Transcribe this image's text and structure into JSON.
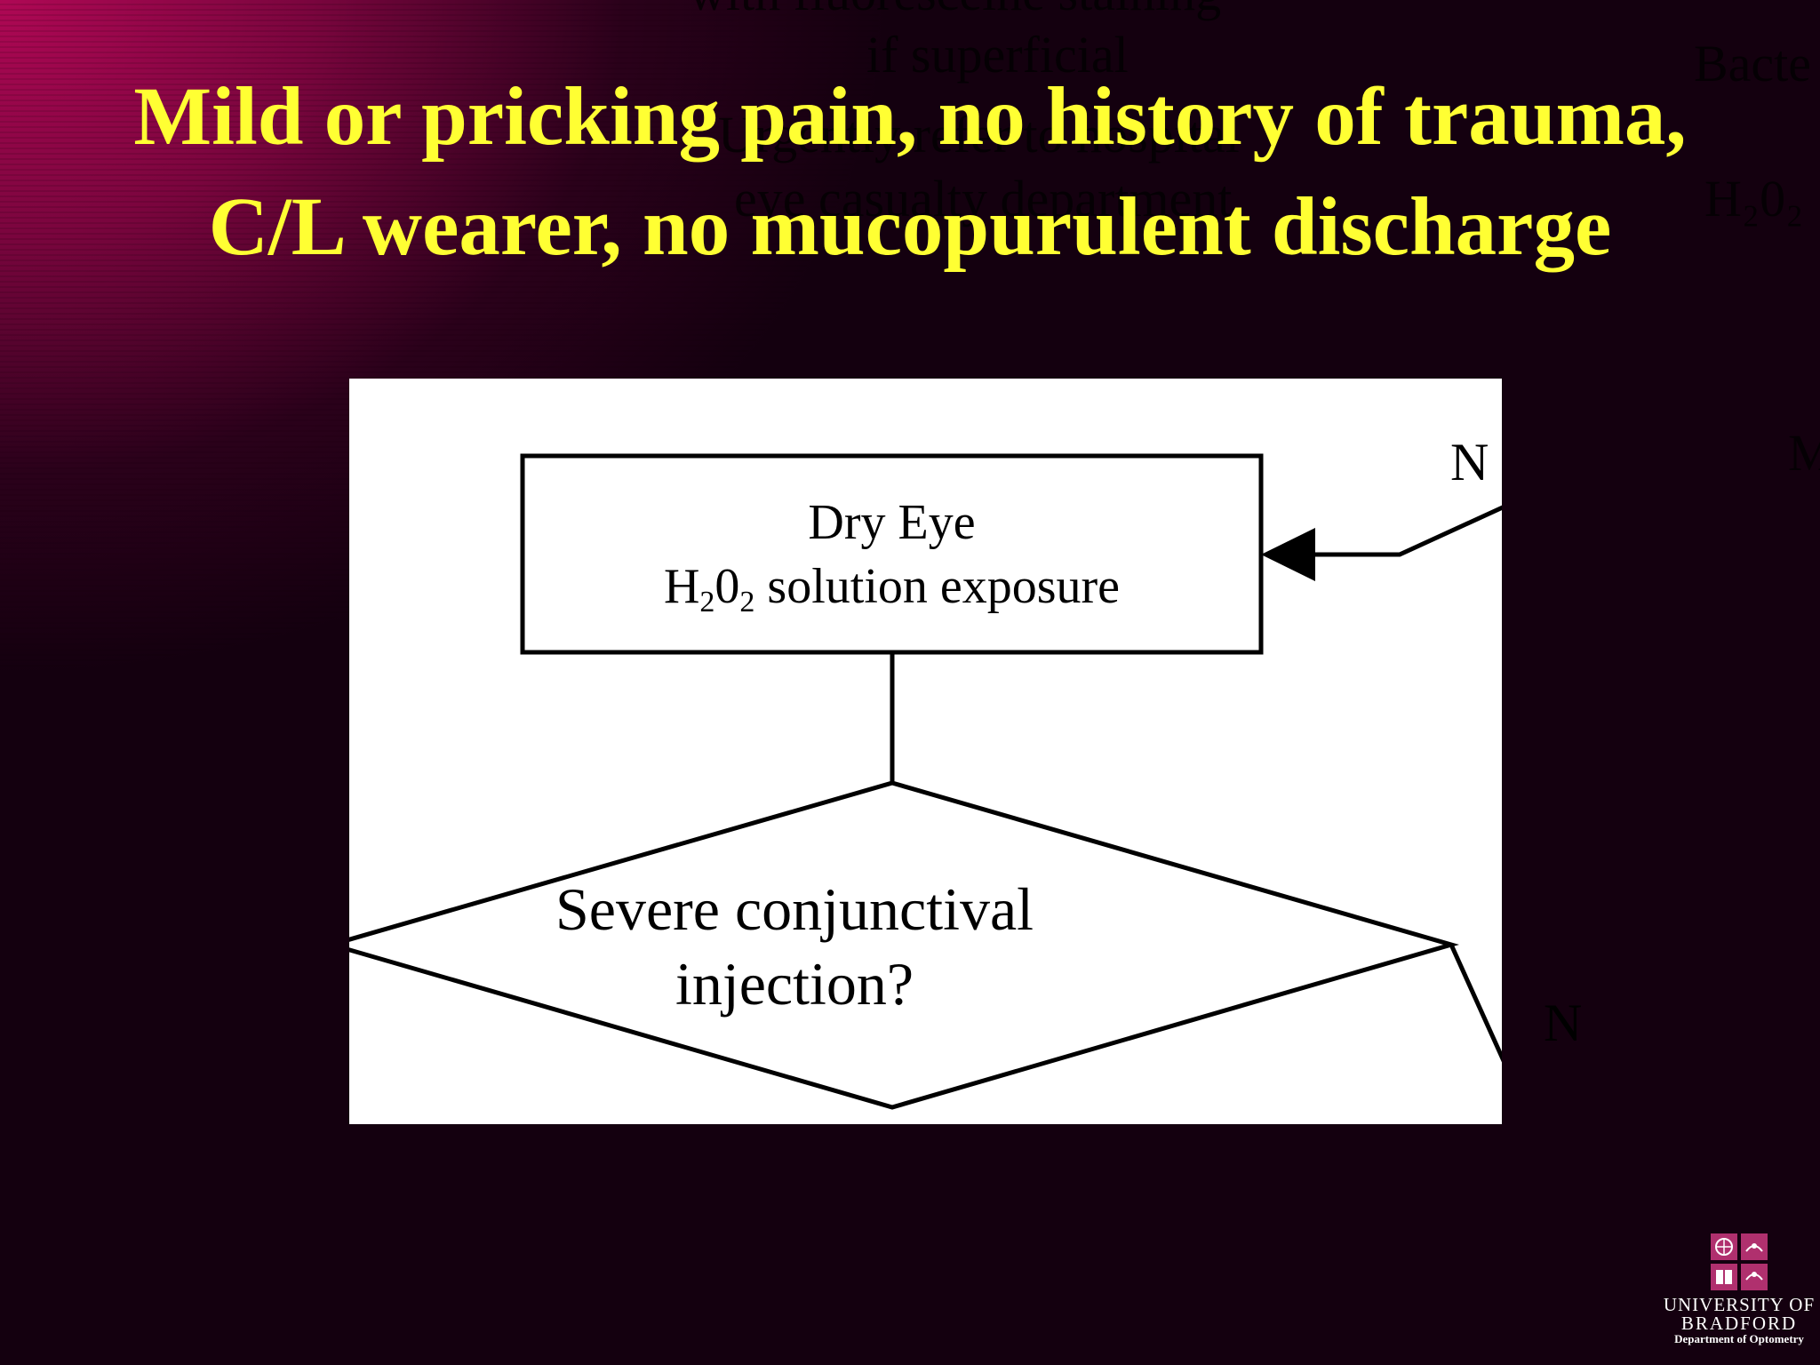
{
  "slide": {
    "title_line1": "Mild or pricking pain, no history of trauma,",
    "title_line2": "C/L wearer, no mucopurulent discharge",
    "colors": {
      "title": "#ffff33",
      "background": "#14000f",
      "gradient": "#b20856",
      "panel": "#ffffff"
    }
  },
  "ghost": {
    "top": "with fluoresceine staining",
    "superficial": "if superficial",
    "urgent": "Urgently refer to hospital",
    "eye_casualty": "eye casualty department",
    "bacterial": "Bacte",
    "h2o2": "H₂0₂",
    "m": "M"
  },
  "flowchart": {
    "box": {
      "line1": "Dry Eye",
      "line2_prefix": "H",
      "line2_sub1": "2",
      "line2_mid": "0",
      "line2_sub2": "2",
      "line2_suffix": " solution exposure"
    },
    "decision": {
      "line1": "Severe conjunctival",
      "line2": "injection?"
    },
    "label_top_right": "N",
    "label_bottom_right": "N"
  },
  "logo": {
    "icon": "university-crest-icon",
    "line1": "UNIVERSITY OF",
    "line2": "BRADFORD",
    "line3": "Department of Optometry"
  }
}
